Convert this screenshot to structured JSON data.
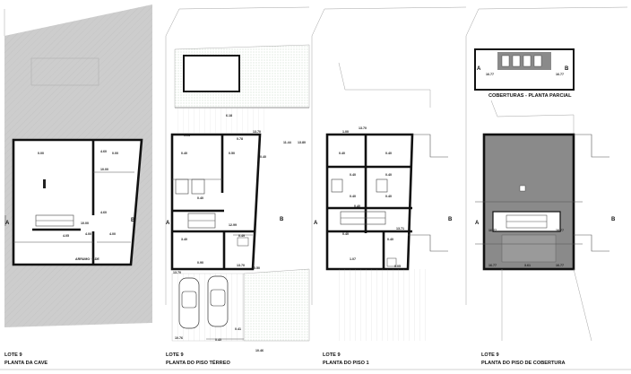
{
  "sheets": [
    {
      "lote": "LOTE 9",
      "title": "PLANTA DA CAVE",
      "section_left": "A",
      "section_right": "B",
      "room_label": "ARRUMO · ADE",
      "dims": [
        "0.00",
        "4.60",
        "0.00",
        "10.00",
        "4.60",
        "10.00",
        "4.05",
        "4.00",
        "4.00"
      ]
    },
    {
      "lote": "LOTE 9",
      "title": "PLANTA DO PISO TÉRREO",
      "section_left": "A",
      "section_right": "B",
      "dims": [
        "0.01",
        "6.18",
        "0.78",
        "13.70",
        "11.44",
        "13.80",
        "0.40",
        "0.50",
        "0.40",
        "0.40",
        "12.99",
        "0.49",
        "3.40",
        "13.70",
        "0.90",
        "0.50",
        "10.76",
        "0.45",
        "0.41",
        "10.46",
        "13.70"
      ]
    },
    {
      "lote": "LOTE 9",
      "title": "PLANTA DO PISO 1",
      "section_left": "A",
      "section_right": "B",
      "dims": [
        "1.00",
        "13.70",
        "0.40",
        "0.40",
        "0.40",
        "0.40",
        "0.40",
        "0.40",
        "0.40",
        "0.40",
        "0.40",
        "13.71",
        "1.07",
        "0.05"
      ]
    },
    {
      "lote": "LOTE 9",
      "title": "PLANTA DO PISO DE COBERTURA",
      "inset_title": "COBERTURAS - PLANTA PARCIAL",
      "section_left": "A",
      "section_right": "B",
      "dims": [
        "16.77",
        "16.77",
        "16.77",
        "16.77",
        "16.77",
        "16.77",
        "3.61"
      ]
    }
  ],
  "colors": {
    "site_fill": "#cdcdcd",
    "roof_fill": "#8a8a8a",
    "garden_dots": "#6f9a6f",
    "wall": "#111111"
  }
}
